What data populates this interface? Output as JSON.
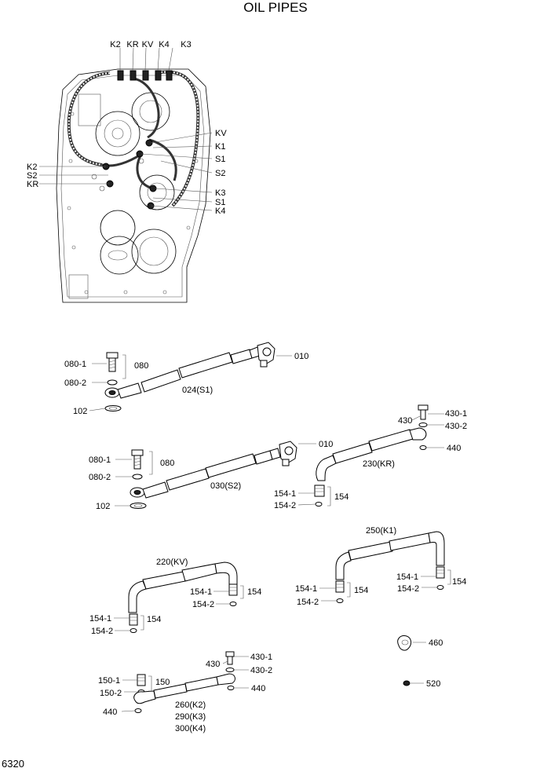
{
  "title": "OIL PIPES",
  "page_number": "6320",
  "overview_labels": {
    "top": [
      "K2",
      "KR",
      "KV",
      "K4",
      "K3"
    ],
    "right": [
      "KV",
      "K1",
      "S1",
      "S2",
      "K3",
      "S1",
      "K4"
    ],
    "left": [
      "K2",
      "S2",
      "KR"
    ]
  },
  "groups": {
    "s1": {
      "bolt": "080-1",
      "ring": "080-2",
      "bracket": "080",
      "washer": "102",
      "hose": "024(S1)",
      "valve": "010"
    },
    "s2": {
      "bolt": "080-1",
      "ring": "080-2",
      "bracket": "080",
      "washer": "102",
      "hose": "030(S2)",
      "valve": "010"
    },
    "kr": {
      "screw": "430",
      "screw_part": "430-1",
      "screw_ring": "430-2",
      "clip": "440",
      "hose": "230(KR)",
      "fitting": "154-1",
      "fitting_ring": "154-2",
      "bracket": "154"
    },
    "kv": {
      "hose": "220(KV)",
      "fitting_a": "154-1",
      "ring_a": "154-2",
      "bracket_a": "154",
      "fitting_b": "154-1",
      "ring_b": "154-2",
      "bracket_b": "154"
    },
    "k1": {
      "hose": "250(K1)",
      "fitting_a": "154-1",
      "ring_a": "154-2",
      "bracket_a": "154",
      "fitting_b": "154-1",
      "ring_b": "154-2",
      "bracket_b": "154"
    },
    "k234": {
      "screw": "430",
      "screw_part": "430-1",
      "screw_ring": "430-2",
      "clip_right": "440",
      "fitting": "150-1",
      "fitting_ring": "150-2",
      "bracket": "150",
      "clip_left": "440",
      "hose_a": "260(K2)",
      "hose_b": "290(K3)",
      "hose_c": "300(K4)"
    },
    "misc": {
      "cap": "460",
      "plug": "520"
    }
  }
}
